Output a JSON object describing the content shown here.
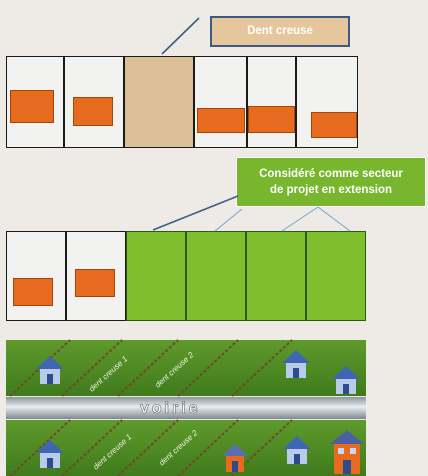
{
  "callouts": {
    "dent_creuse": "Dent creuse",
    "secteur_line1": "Considéré comme secteur",
    "secteur_line2": "de projet en extension"
  },
  "photo": {
    "road_label": "voirie",
    "plot_labels": [
      "dent creuse 1",
      "dent creuse 2",
      "dent creuse 1",
      "dent creuse 2"
    ]
  },
  "colors": {
    "building": "#e76b1f",
    "gap_lot": "#dcbf96",
    "extension_lot": "#7fbf2e",
    "callout_border": "#3b5b84"
  }
}
